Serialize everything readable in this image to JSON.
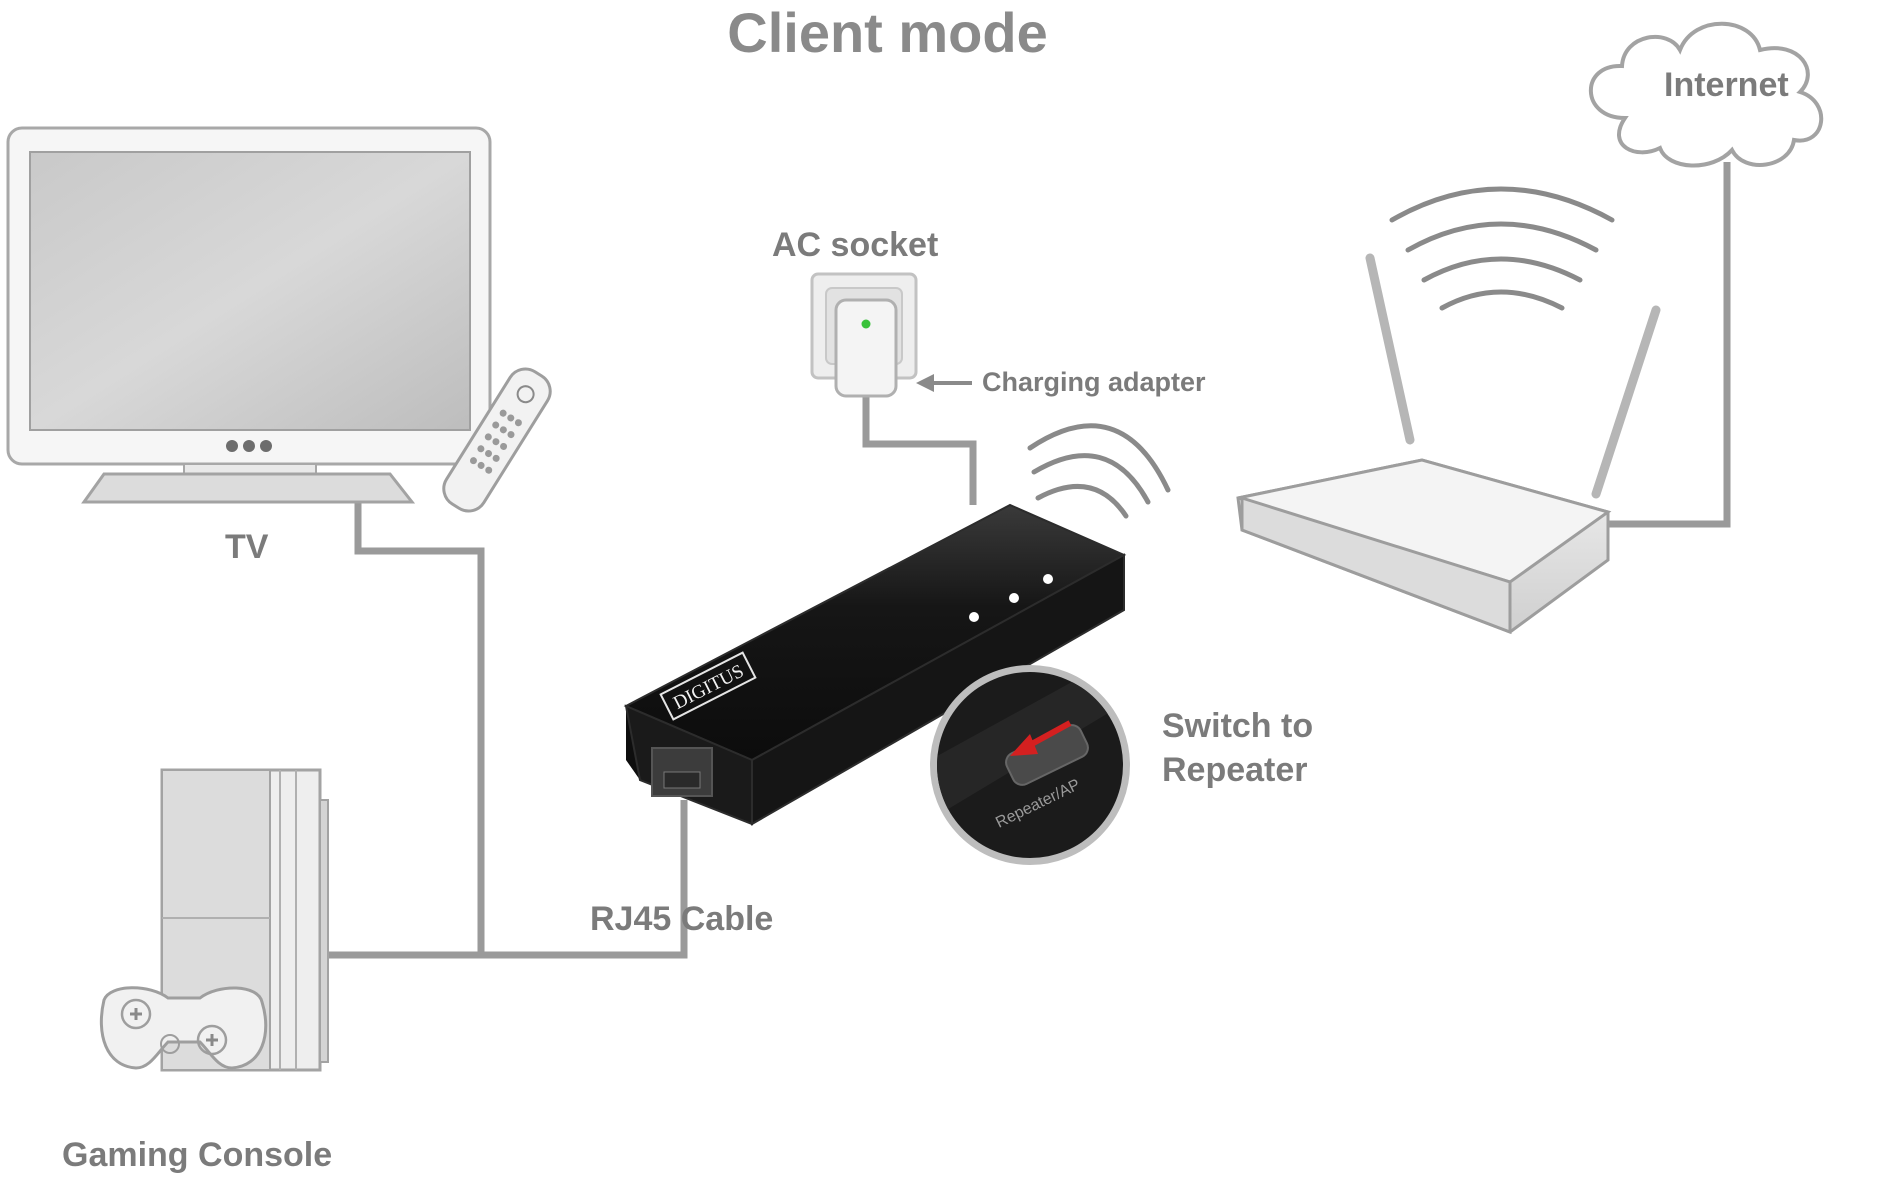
{
  "title": "Client mode",
  "labels": {
    "internet": "Internet",
    "ac_socket": "AC socket",
    "charging_adapter": "Charging adapter",
    "tv": "TV",
    "switch_line1": "Switch to",
    "switch_line2": "Repeater",
    "rj45_cable": "RJ45 Cable",
    "gaming_console": "Gaming Console"
  },
  "device": {
    "brand": "DIGITUS",
    "switch_label": "Repeater/AP"
  },
  "colors": {
    "label": "#7b7b7b",
    "line": "#9a9a9a",
    "device_body": "#1c1c1c",
    "led_green": "#39c23a",
    "arrow_red": "#d42020"
  }
}
